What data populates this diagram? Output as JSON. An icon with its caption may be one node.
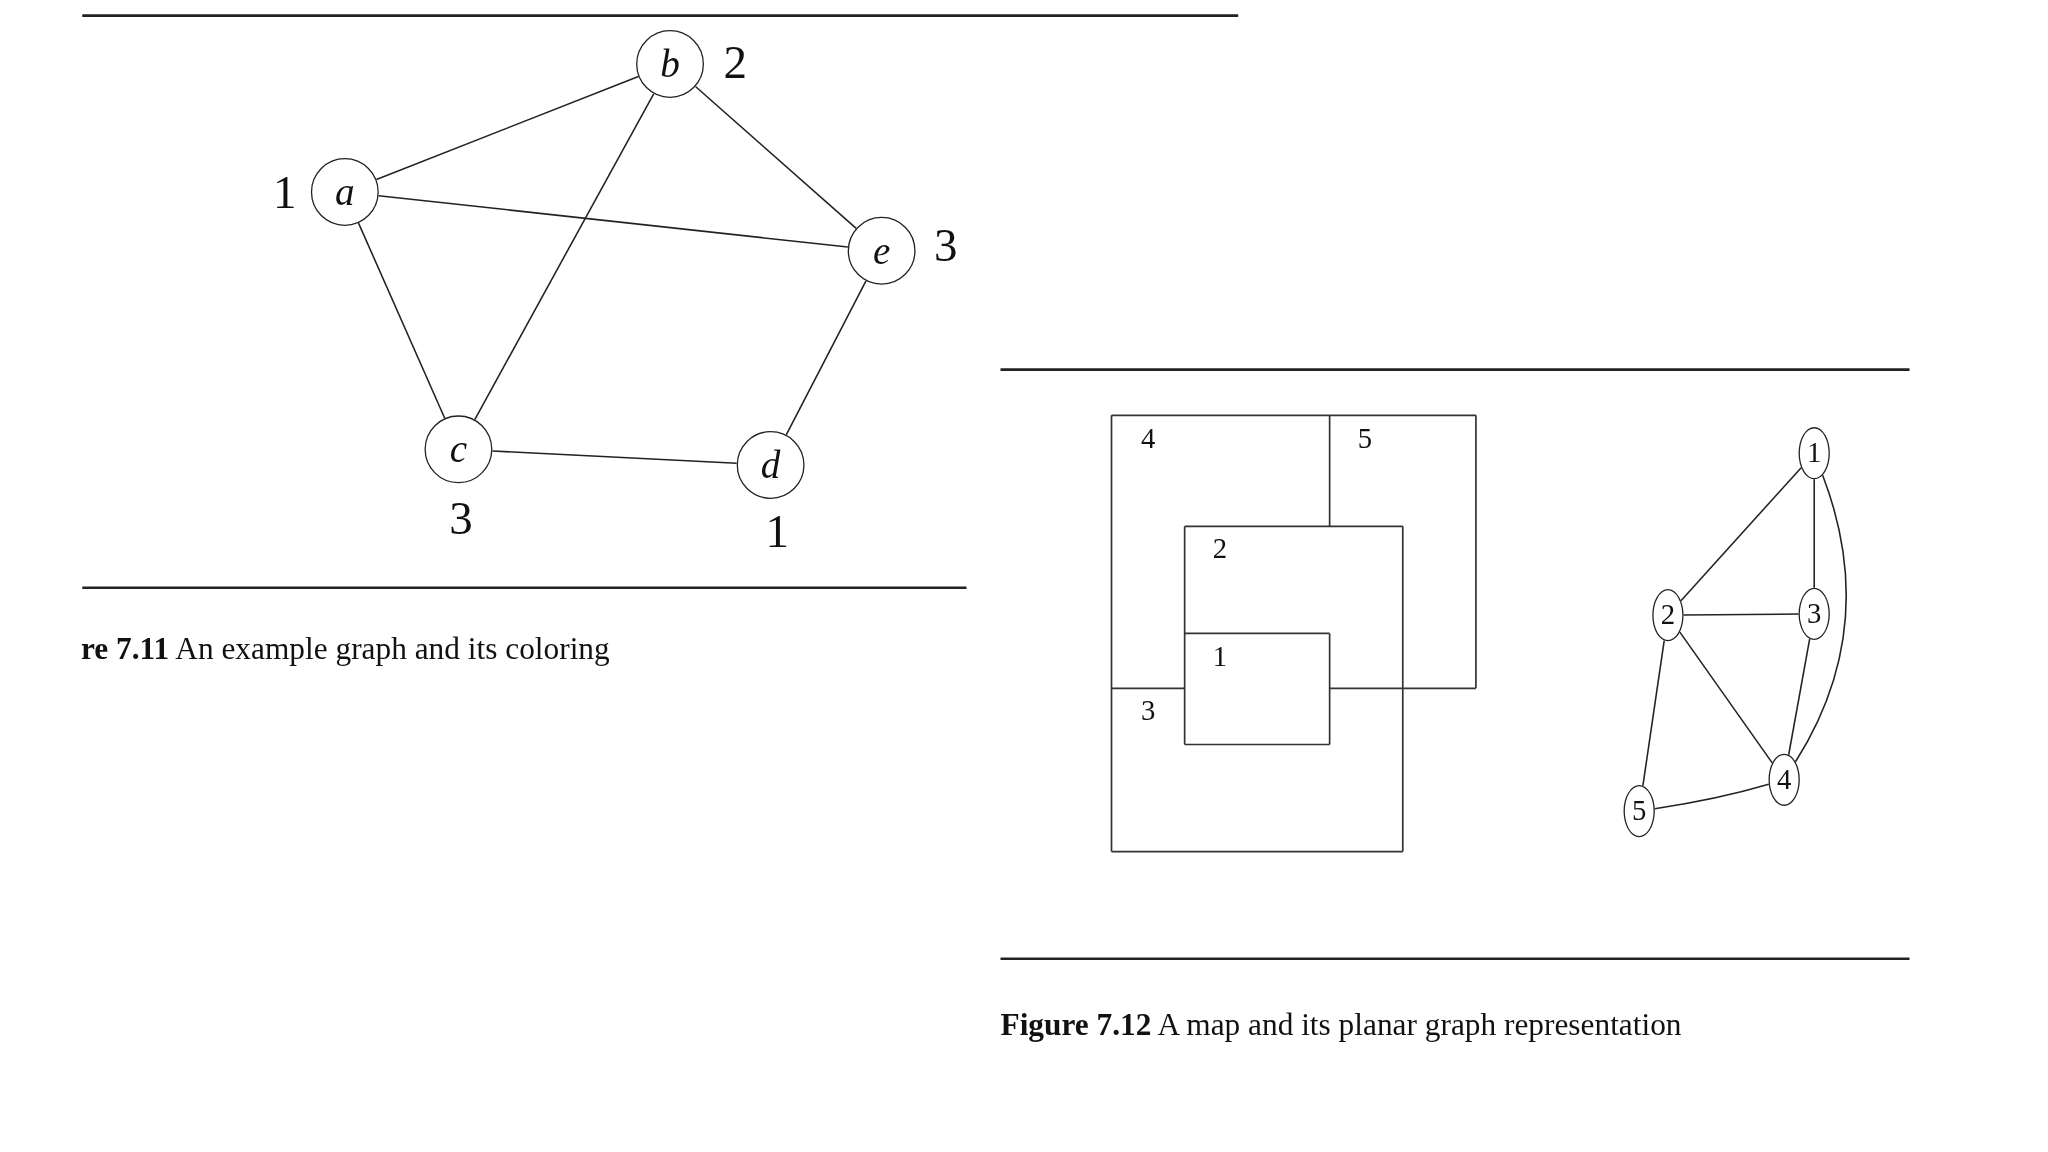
{
  "diagram": {
    "nodes": [
      {
        "text": [
          "b"
        ],
        "beside": [
          "2"
        ]
      },
      {
        "text": [
          "a"
        ],
        "beside": [
          "1"
        ]
      },
      {
        "text": [
          "e"
        ],
        "beside": [
          "3"
        ]
      },
      {
        "text": [
          "c"
        ],
        "beside": [
          "3"
        ]
      },
      {
        "text": [
          "d"
        ],
        "beside": [
          "1"
        ]
      },
      {
        "text": [
          "1"
        ]
      },
      {
        "text": [
          "2"
        ]
      },
      {
        "text": [
          "3"
        ]
      },
      {
        "text": [
          "4"
        ]
      },
      {
        "text": [
          "5"
        ]
      }
    ],
    "edges": [
      {
        "from": 1,
        "to": 0,
        "arrow": "none"
      },
      {
        "from": 1,
        "to": 2,
        "arrow": "none"
      },
      {
        "from": 1,
        "to": 3,
        "arrow": "none"
      },
      {
        "from": 0,
        "to": 3,
        "arrow": "none"
      },
      {
        "from": 0,
        "to": 2,
        "arrow": "none"
      },
      {
        "from": 3,
        "to": 4,
        "arrow": "none"
      },
      {
        "from": 2,
        "to": 4,
        "arrow": "none"
      },
      {
        "from": 5,
        "to": 6,
        "arrow": "none"
      },
      {
        "from": 5,
        "to": 7,
        "arrow": "none"
      },
      {
        "from": 5,
        "to": 8,
        "arrow": "none"
      },
      {
        "from": 6,
        "to": 7,
        "arrow": "none"
      },
      {
        "from": 6,
        "to": 8,
        "arrow": "none"
      },
      {
        "from": 6,
        "to": 9,
        "arrow": "none"
      },
      {
        "from": 7,
        "to": 8,
        "arrow": "none"
      },
      {
        "from": 8,
        "to": 9,
        "arrow": "none"
      }
    ],
    "labels": [
      "**re 7.11** An example graph and its coloring",
      "4",
      "5",
      "2",
      "1",
      "3",
      "**Figure 7.12** A map and its planar graph representation"
    ]
  }
}
